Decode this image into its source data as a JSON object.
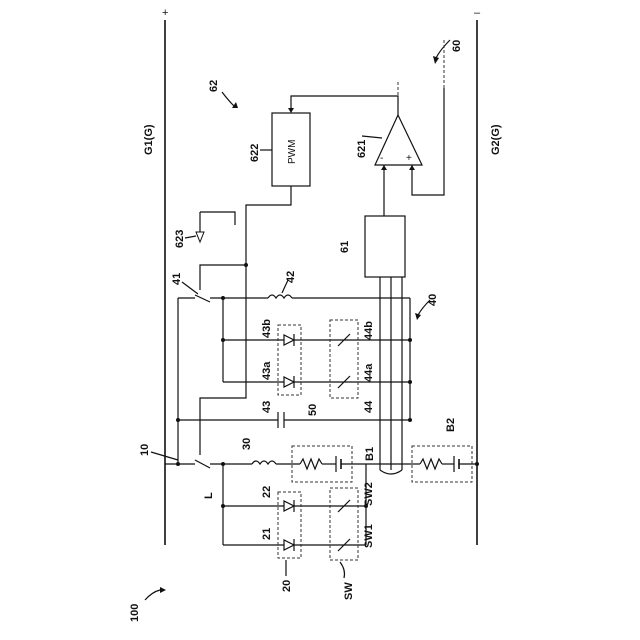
{
  "labels": {
    "fig": "100",
    "g1": "G1(G)",
    "g2": "G2(G)",
    "plus": "+",
    "minus": "–",
    "n60": "60",
    "n62": "62",
    "n622": "622",
    "pwm": "PWM",
    "n621": "621",
    "amp_minus": "-",
    "amp_plus": "+",
    "n623": "623",
    "n61": "61",
    "n41": "41",
    "n42": "42",
    "n40": "40",
    "n43b": "43b",
    "n44b": "44b",
    "n43a": "43a",
    "n44a": "44a",
    "n43": "43",
    "n50": "50",
    "n44": "44",
    "n10": "10",
    "n30": "30",
    "b1": "B1",
    "b2": "B2",
    "sw2": "SW2",
    "l": "L",
    "n22": "22",
    "n21": "21",
    "sw1": "SW1",
    "n20": "20",
    "sw": "SW"
  }
}
